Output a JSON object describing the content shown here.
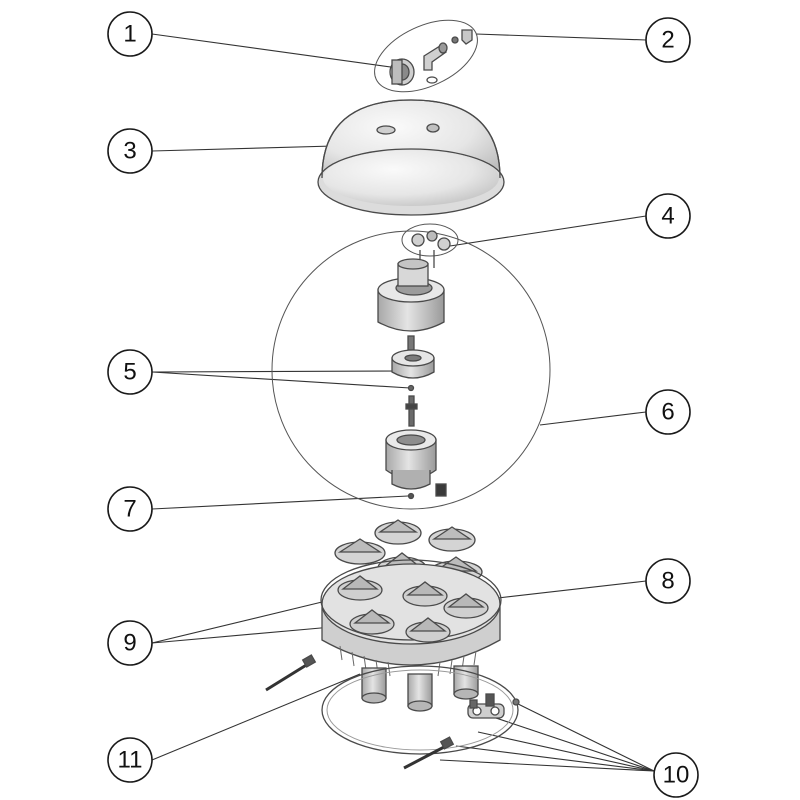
{
  "diagram": {
    "callouts": [
      {
        "id": "1",
        "label": "1"
      },
      {
        "id": "2",
        "label": "2"
      },
      {
        "id": "3",
        "label": "3"
      },
      {
        "id": "4",
        "label": "4"
      },
      {
        "id": "5",
        "label": "5"
      },
      {
        "id": "6",
        "label": "6"
      },
      {
        "id": "7",
        "label": "7"
      },
      {
        "id": "8",
        "label": "8"
      },
      {
        "id": "9",
        "label": "9"
      },
      {
        "id": "10",
        "label": "10"
      },
      {
        "id": "11",
        "label": "11"
      }
    ],
    "colors": {
      "part_fill": "#e3e3e3",
      "part_shade": "#bdbdbd",
      "part_dark": "#6e6e6e",
      "outline": "#4a4a4a",
      "leader": "#333333"
    }
  }
}
